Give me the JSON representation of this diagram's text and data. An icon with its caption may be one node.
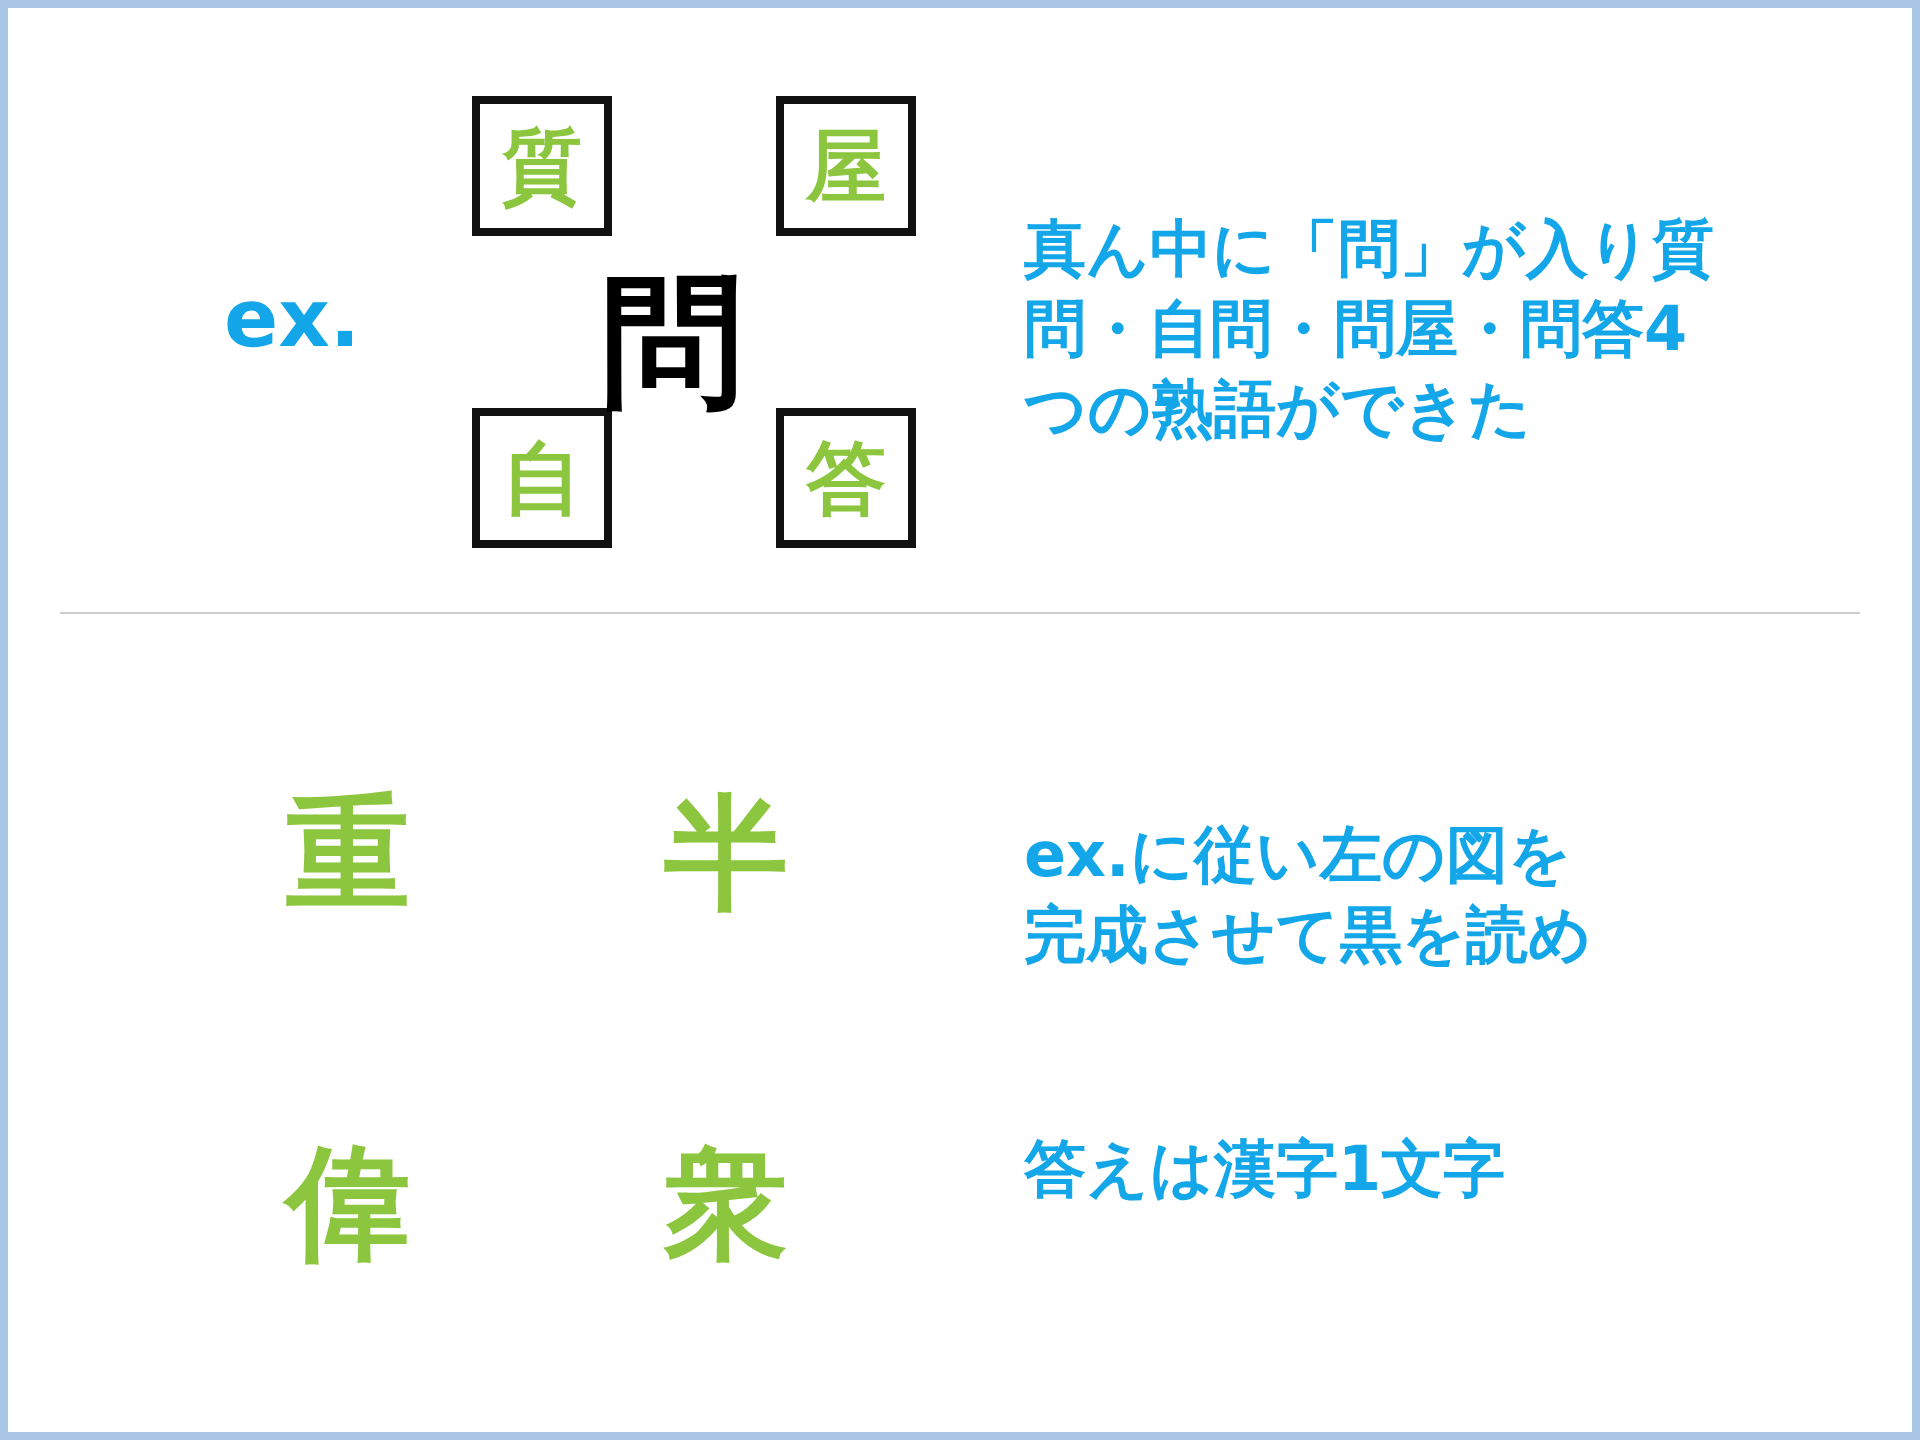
{
  "diagram": {
    "nodes": [
      {
        "text": [
          "質"
        ]
      },
      {
        "text": [
          "屋"
        ]
      },
      {
        "text": [
          "自"
        ]
      },
      {
        "text": [
          "答"
        ]
      }
    ],
    "labels": [
      "ex.",
      "問",
      "真ん中に「問」が入り質問・自問・問屋・問答4つの熟語ができた",
      "重",
      "半",
      "偉",
      "衆",
      "ex.に従い左の図を完成させて黒を読め",
      "答えは漢字1文字"
    ]
  }
}
